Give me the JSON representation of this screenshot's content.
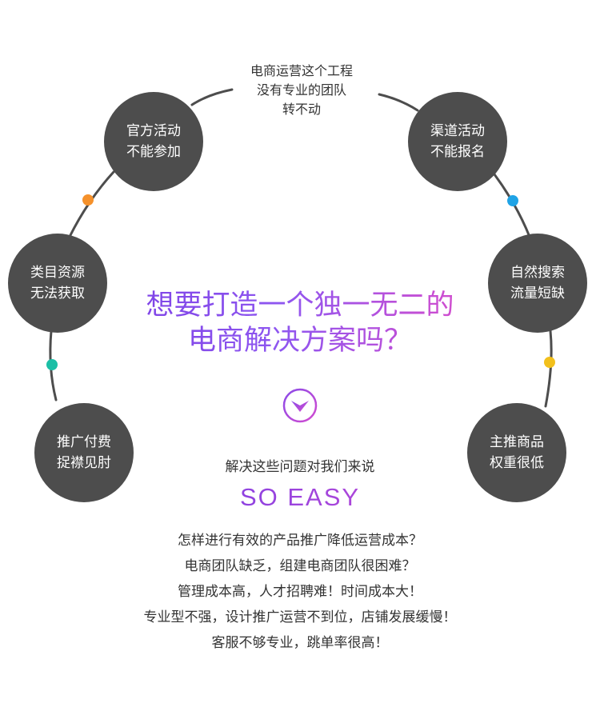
{
  "intro": [
    "电商运营这个工程",
    "没有专业的团队",
    "转不动"
  ],
  "bubbles": [
    {
      "lines": [
        "官方活动",
        "不能参加"
      ]
    },
    {
      "lines": [
        "渠道活动",
        "不能报名"
      ]
    },
    {
      "lines": [
        "类目资源",
        "无法获取"
      ]
    },
    {
      "lines": [
        "自然搜索",
        "流量短缺"
      ]
    },
    {
      "lines": [
        "推广付费",
        "捉襟见肘"
      ]
    },
    {
      "lines": [
        "主推商品",
        "权重很低"
      ]
    }
  ],
  "dot_colors": {
    "orange": "#f5912b",
    "blue": "#1fa3e6",
    "teal": "#1bbfa6",
    "yellow": "#f2c01c"
  },
  "headline": [
    "想要打造一个独一无二的",
    "电商解决方案吗？"
  ],
  "arrow_icon": "chevron-down-circle-icon",
  "subline": "解决这些问题对我们来说",
  "easy": "SO EASY",
  "problems": [
    "怎样进行有效的产品推广降低运营成本？",
    "电商团队缺乏，组建电商团队很困难？",
    "管理成本高，人才招聘难！时间成本大！",
    "专业型不强，设计推广运营不到位，店铺发展缓慢！",
    "客服不够专业，跳单率很高！"
  ],
  "colors": {
    "bubble": "#4d4d4d",
    "ring": "#4d4d4d",
    "accent_purple": "#8a4be8",
    "accent_pink": "#e24bc6"
  }
}
